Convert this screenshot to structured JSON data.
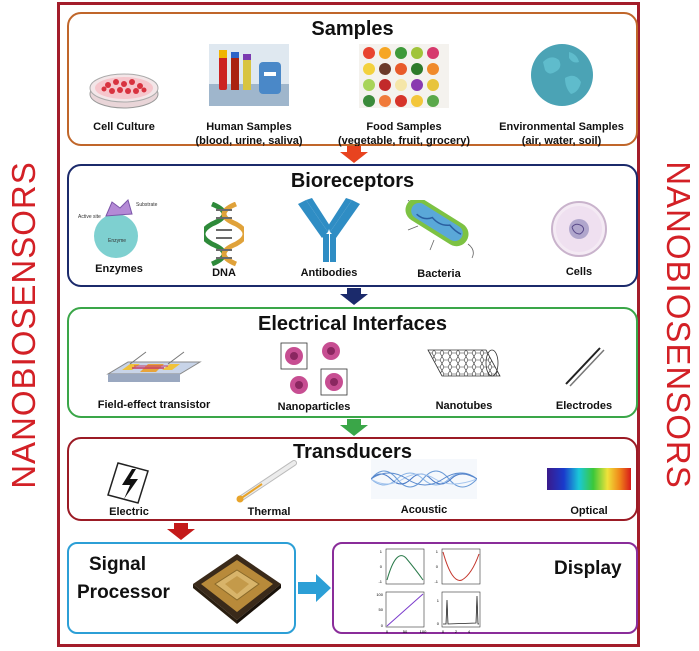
{
  "side_label": "NANOBIOSENSORS",
  "samples": {
    "title": "Samples",
    "items": [
      {
        "label": "Cell Culture",
        "sub": ""
      },
      {
        "label": "Human Samples",
        "sub": "(blood, urine, saliva)"
      },
      {
        "label": "Food Samples",
        "sub": "(vegetable, fruit, grocery)"
      },
      {
        "label": "Environmental Samples",
        "sub": "(air, water, soil)"
      }
    ]
  },
  "bioreceptors": {
    "title": "Bioreceptors",
    "items": [
      {
        "label": "Enzymes"
      },
      {
        "label": "DNA"
      },
      {
        "label": "Antibodies"
      },
      {
        "label": "Bacteria"
      },
      {
        "label": "Cells"
      }
    ],
    "enzyme_tags": {
      "substrate": "Substrate",
      "active_site": "Active site",
      "enzyme": "Enzyme"
    }
  },
  "interfaces": {
    "title": "Electrical Interfaces",
    "items": [
      {
        "label": "Field-effect transistor"
      },
      {
        "label": "Nanoparticles"
      },
      {
        "label": "Nanotubes"
      },
      {
        "label": "Electrodes"
      }
    ]
  },
  "transducers": {
    "title": "Transducers",
    "items": [
      {
        "label": "Electric"
      },
      {
        "label": "Thermal"
      },
      {
        "label": "Acoustic"
      },
      {
        "label": "Optical"
      }
    ]
  },
  "signal": {
    "line1": "Signal",
    "line2": "Processor"
  },
  "display": {
    "title": "Display",
    "plots": [
      {
        "yticks": [
          "1",
          "0",
          "-1"
        ],
        "xticks": []
      },
      {
        "yticks": [
          "1",
          "0",
          "-1"
        ],
        "xticks": []
      },
      {
        "yticks": [
          "100",
          "50",
          "0"
        ],
        "xticks": [
          "0",
          "50",
          "100"
        ]
      },
      {
        "yticks": [
          "1",
          "0"
        ],
        "xticks": [
          "0",
          "2",
          "4"
        ]
      }
    ]
  },
  "colors": {
    "frame": "#a31d2a",
    "side_text": "#d32026",
    "samples_border": "#c0662a",
    "bioreceptors_border": "#1b2a6b",
    "interfaces_border": "#3aa648",
    "transducers_border": "#9b1b25",
    "signal_border": "#2c9fd6",
    "display_border": "#8a2d9a"
  }
}
